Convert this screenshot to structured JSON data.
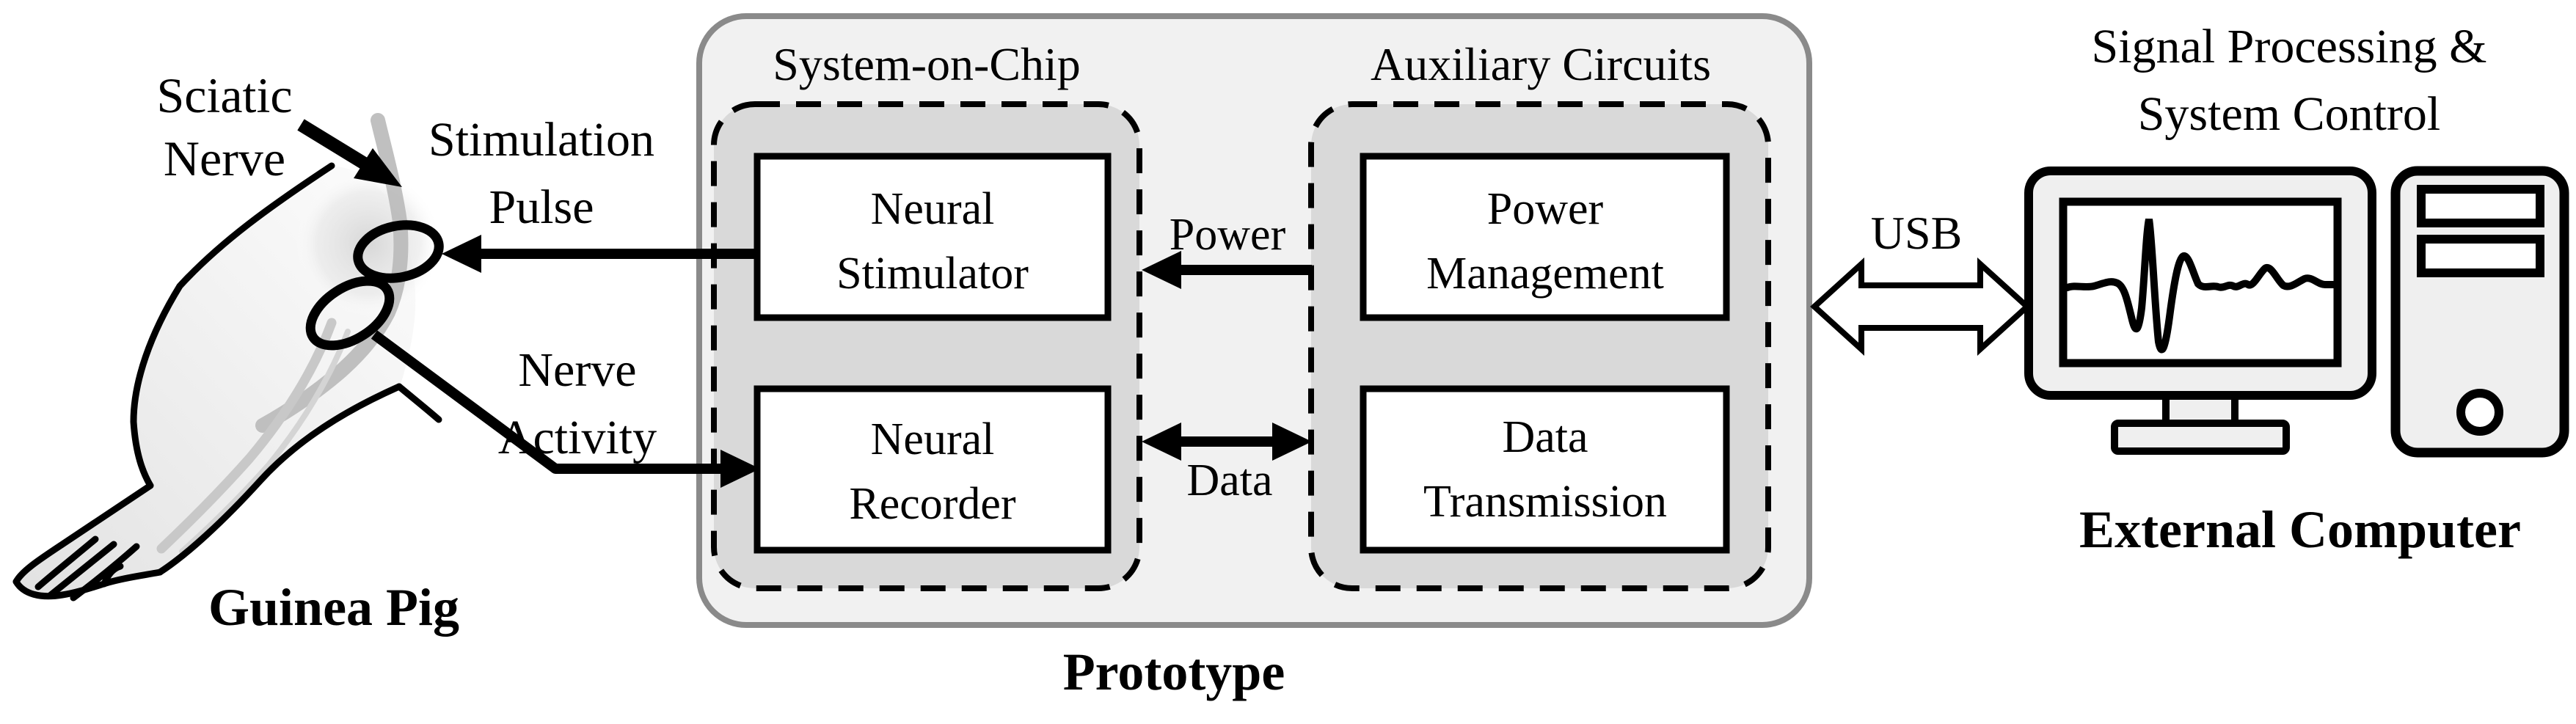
{
  "figure": {
    "animal": {
      "caption": "Guinea Pig",
      "nerve_label": {
        "line1": "Sciatic",
        "line2": "Nerve"
      },
      "stimulation_label": {
        "line1": "Stimulation",
        "line2": "Pulse"
      },
      "activity_label": {
        "line1": "Nerve",
        "line2": "Activity"
      }
    },
    "prototype": {
      "caption": "Prototype",
      "soc": {
        "title": "System-on-Chip",
        "stimulator": {
          "line1": "Neural",
          "line2": "Stimulator"
        },
        "recorder": {
          "line1": "Neural",
          "line2": "Recorder"
        }
      },
      "aux": {
        "title": "Auxiliary Circuits",
        "power_mgmt": {
          "line1": "Power",
          "line2": "Management"
        },
        "data_tx": {
          "line1": "Data",
          "line2": "Transmission"
        }
      },
      "power_link": "Power",
      "data_link": "Data"
    },
    "usb_link": "USB",
    "computer": {
      "caption": "External Computer",
      "title": {
        "line1": "Signal Processing &",
        "line2": "System Control"
      }
    },
    "colors": {
      "prototype_fill": "#f1f1f1",
      "prototype_border": "#8a8a8a",
      "module_fill": "#d9d9d9",
      "block_fill": "#ffffff",
      "device_fill": "#efefef",
      "line": "#000000",
      "nerve_gray": "#b9b9b9"
    }
  }
}
